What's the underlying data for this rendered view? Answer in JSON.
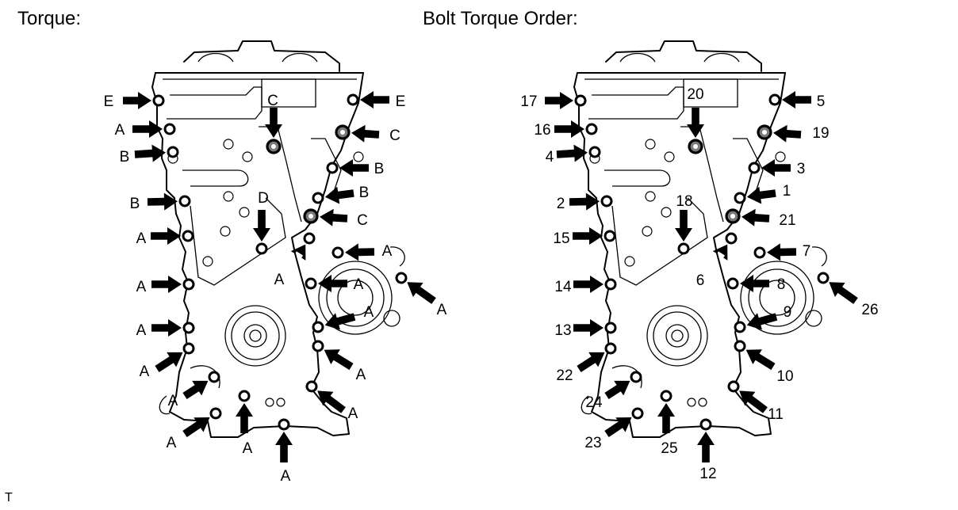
{
  "headings": {
    "torque": "Torque:",
    "order": "Bolt Torque Order:"
  },
  "figure_code": "T",
  "bolts": [
    {
      "torque": "E",
      "order": "17",
      "size": "normal"
    },
    {
      "torque": "A",
      "order": "16",
      "size": "normal"
    },
    {
      "torque": "B",
      "order": "4",
      "size": "normal"
    },
    {
      "torque": "B",
      "order": "2",
      "size": "normal"
    },
    {
      "torque": "A",
      "order": "15",
      "size": "normal"
    },
    {
      "torque": "A",
      "order": "14",
      "size": "normal"
    },
    {
      "torque": "A",
      "order": "13",
      "size": "normal"
    },
    {
      "torque": "A",
      "order": "22",
      "size": "normal"
    },
    {
      "torque": "A",
      "order": "24",
      "size": "normal"
    },
    {
      "torque": "A",
      "order": "23",
      "size": "normal"
    },
    {
      "torque": "A",
      "order": "25",
      "size": "normal"
    },
    {
      "torque": "A",
      "order": "12",
      "size": "normal"
    },
    {
      "torque": "C",
      "order": "20",
      "size": "large"
    },
    {
      "torque": "D",
      "order": "18",
      "size": "normal"
    },
    {
      "torque": "E",
      "order": "5",
      "size": "normal"
    },
    {
      "torque": "C",
      "order": "19",
      "size": "large"
    },
    {
      "torque": "B",
      "order": "3",
      "size": "normal"
    },
    {
      "torque": "B",
      "order": "1",
      "size": "normal"
    },
    {
      "torque": "C",
      "order": "21",
      "size": "large"
    },
    {
      "torque": "A",
      "order": "6",
      "size": "normal"
    },
    {
      "torque": "A",
      "order": "7",
      "size": "normal"
    },
    {
      "torque": "A",
      "order": "8",
      "size": "normal"
    },
    {
      "torque": "A",
      "order": "26",
      "size": "normal"
    },
    {
      "torque": "A",
      "order": "9",
      "size": "normal"
    },
    {
      "torque": "A",
      "order": "10",
      "size": "normal"
    },
    {
      "torque": "A",
      "order": "11",
      "size": "normal"
    }
  ]
}
